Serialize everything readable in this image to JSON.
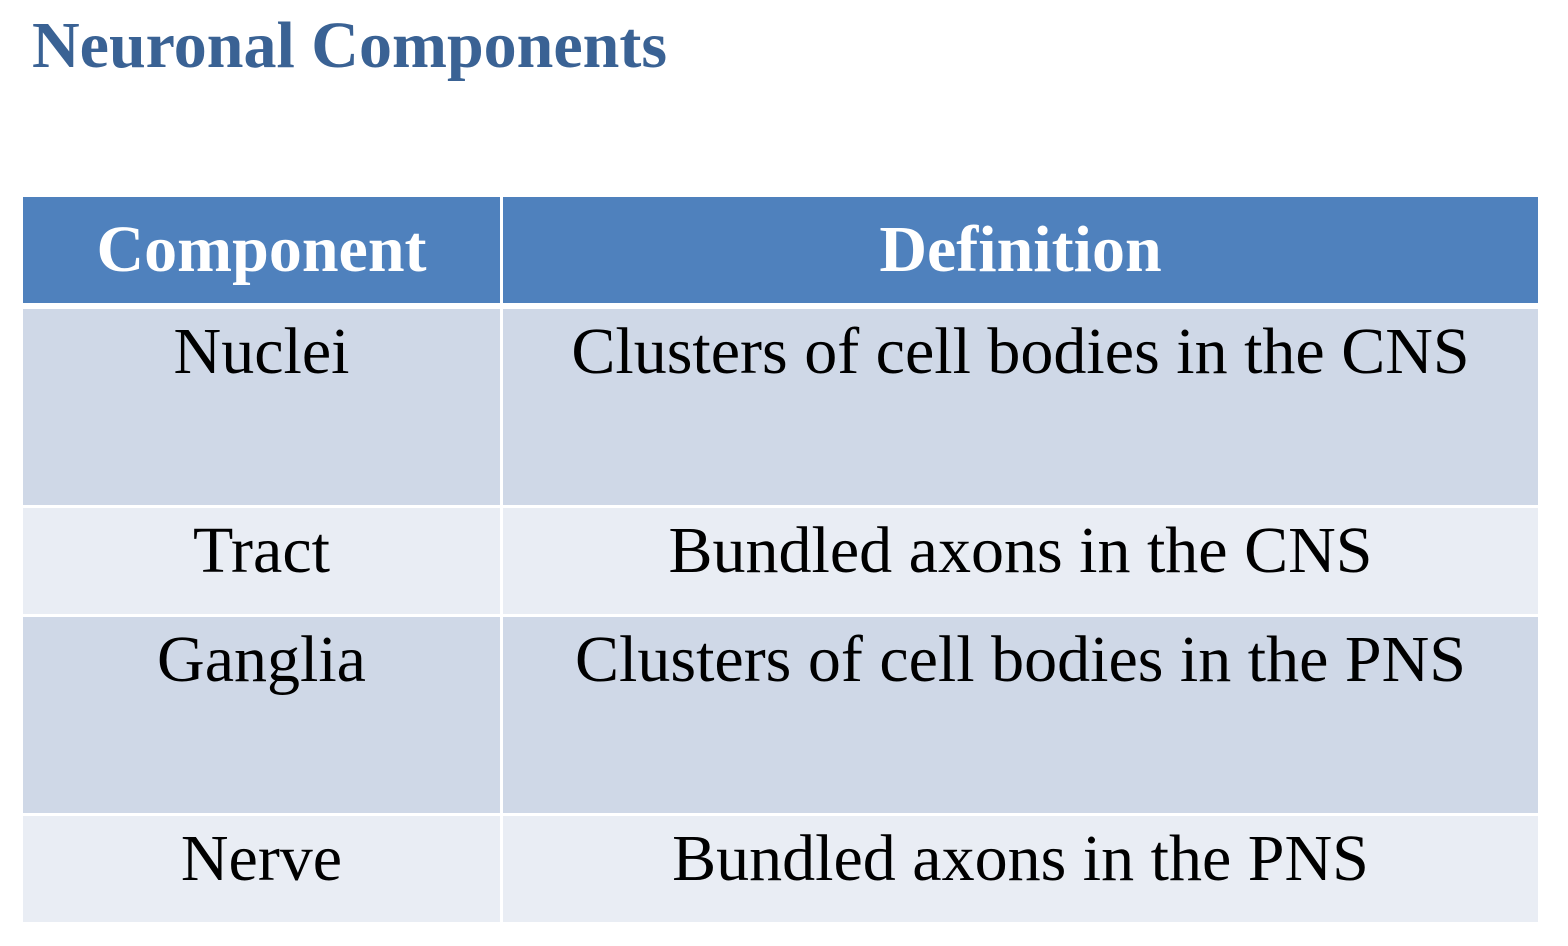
{
  "title": "Neuronal Components",
  "table": {
    "headers": [
      "Component",
      "Definition"
    ],
    "rows": [
      {
        "component": "Nuclei",
        "definition": "Clusters of cell bodies in the CNS"
      },
      {
        "component": "Tract",
        "definition": "Bundled axons in the CNS"
      },
      {
        "component": "Ganglia",
        "definition": "Clusters of cell bodies in the PNS"
      },
      {
        "component": "Nerve",
        "definition": "Bundled axons in the PNS"
      }
    ]
  },
  "colors": {
    "title": "#3a6294",
    "header_bg": "#4f81bd",
    "header_text": "#ffffff",
    "row_odd_bg": "#cfd8e7",
    "row_even_bg": "#e9edf4"
  }
}
